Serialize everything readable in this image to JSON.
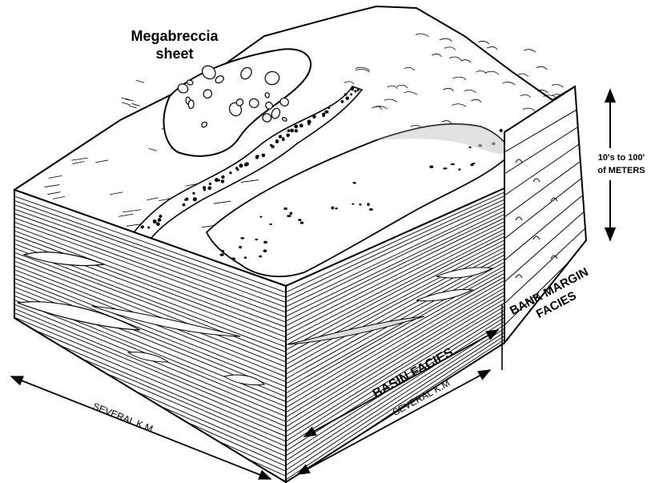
{
  "labels": {
    "megabreccia_line1": "Megabreccia",
    "megabreccia_line2": "sheet",
    "thickness_line1": "10's to 100'",
    "thickness_line2": "of METERS",
    "bank_line1": "BANK MARGIN",
    "bank_line2": "FACIES",
    "basin": "BASIN FACIES",
    "several_front": "SEVERAL K.M",
    "several_left": "SEVERAL K.M"
  },
  "colors": {
    "ink": "#000000",
    "paper": "#ffffff",
    "stipple": "#9a9a9a"
  }
}
